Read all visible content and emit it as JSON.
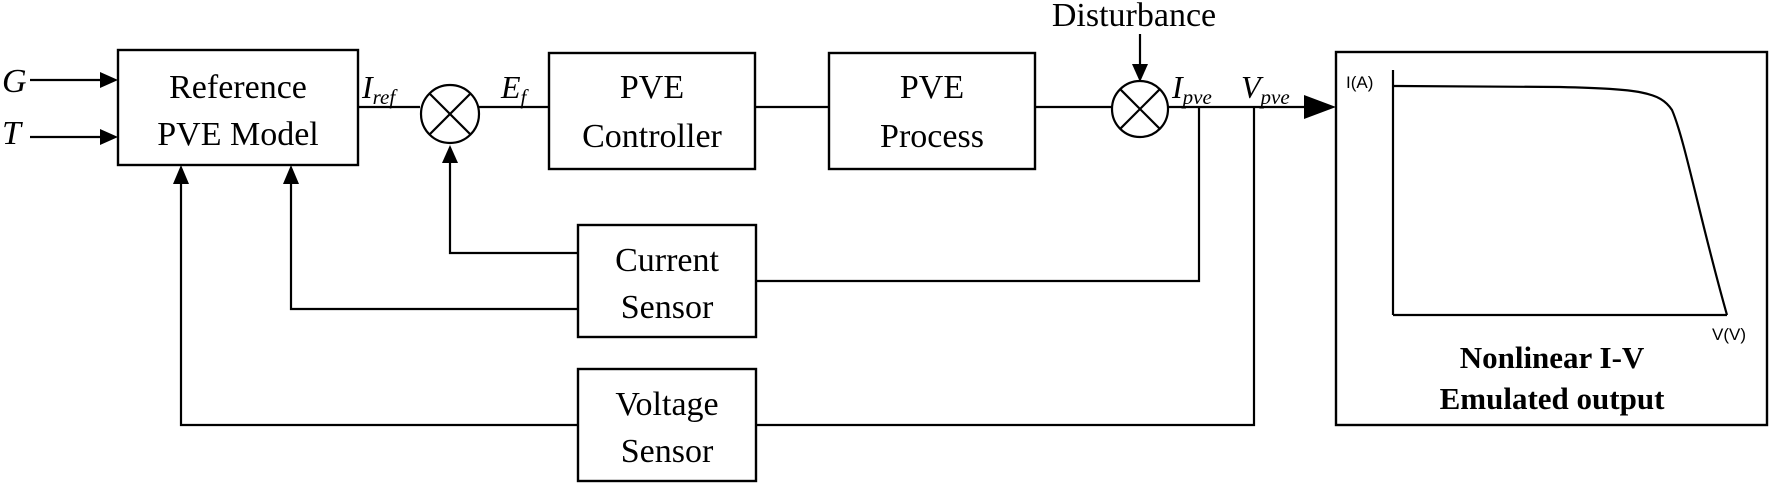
{
  "inputs": {
    "g": "G",
    "t": "T"
  },
  "blocks": {
    "reference_model": [
      "Reference",
      "PVE Model"
    ],
    "pve_controller": [
      "PVE",
      "Controller"
    ],
    "pve_process": [
      "PVE",
      "Process"
    ],
    "current_sensor": [
      "Current",
      "Sensor"
    ],
    "voltage_sensor": [
      "Voltage",
      "Sensor"
    ]
  },
  "signals": {
    "iref": {
      "main": "I",
      "sub": "ref"
    },
    "ef": {
      "main": "E",
      "sub": "f"
    },
    "ipve": {
      "main": "I",
      "sub": "pve"
    },
    "vpve": {
      "main": "V",
      "sub": "pve"
    },
    "disturbance": "Disturbance"
  },
  "output_panel": {
    "y_axis_label": "I(A)",
    "x_axis_label": "V(V)",
    "caption": [
      "Nonlinear I-V",
      "Emulated output"
    ]
  }
}
